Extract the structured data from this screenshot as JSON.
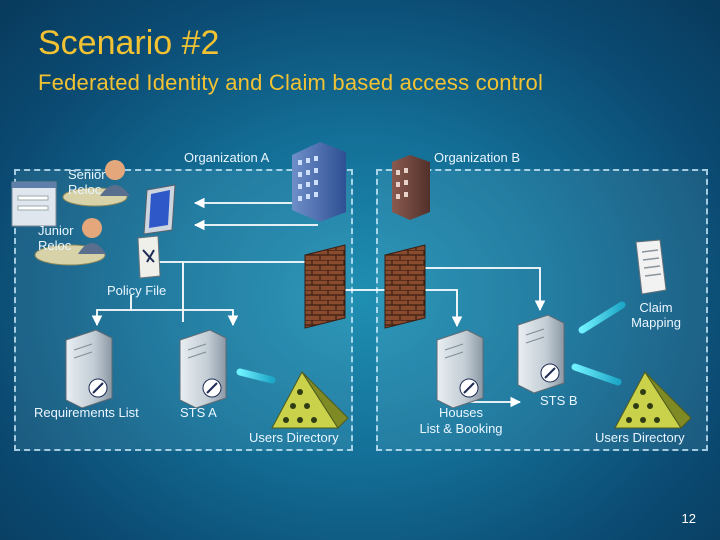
{
  "slide": {
    "title": "Scenario #2",
    "subtitle": "Federated Identity and Claim based access control",
    "page_number": "12"
  },
  "org_a": {
    "label": "Organization A",
    "senior_label_1": "Senior",
    "senior_label_2": "Reloc",
    "junior_label_1": "Junior",
    "junior_label_2": "Reloc",
    "policy_file": "Policy File",
    "requirements_list": "Requirements List",
    "sts_a": "STS A",
    "users_directory": "Users Directory"
  },
  "org_b": {
    "label": "Organization B",
    "claim_mapping_1": "Claim",
    "claim_mapping_2": "Mapping",
    "houses_1": "Houses",
    "houses_2": "List & Booking",
    "sts_b": "STS B",
    "users_directory": "Users Directory"
  },
  "colors": {
    "title": "#f2c233",
    "box_border": "#d2f0ff",
    "arrow": "#ffffff",
    "link_arrow": "#37d0e0"
  }
}
